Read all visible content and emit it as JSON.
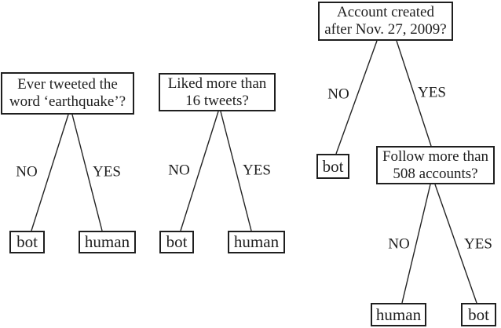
{
  "figure": {
    "background_color": "#ffffff",
    "stroke_color": "#232323",
    "text_color": "#1f1f1f",
    "trees": [
      {
        "name": "earthquake-tree",
        "question": "Ever tweeted the\nword ‘earthquake’?",
        "no_label": "NO",
        "yes_label": "YES",
        "no_leaf": "bot",
        "yes_leaf": "human"
      },
      {
        "name": "liked-tweets-tree",
        "question": "Liked more than\n16 tweets?",
        "no_label": "NO",
        "yes_label": "YES",
        "no_leaf": "bot",
        "yes_leaf": "human"
      },
      {
        "name": "account-created-tree",
        "question": "Account created\nafter Nov. 27, 2009?",
        "no_label": "NO",
        "yes_label": "YES",
        "no_leaf": "bot",
        "sub_question": "Follow more than\n508 accounts?",
        "sub_no_label": "NO",
        "sub_yes_label": "YES",
        "sub_no_leaf": "human",
        "sub_yes_leaf": "bot"
      }
    ]
  }
}
